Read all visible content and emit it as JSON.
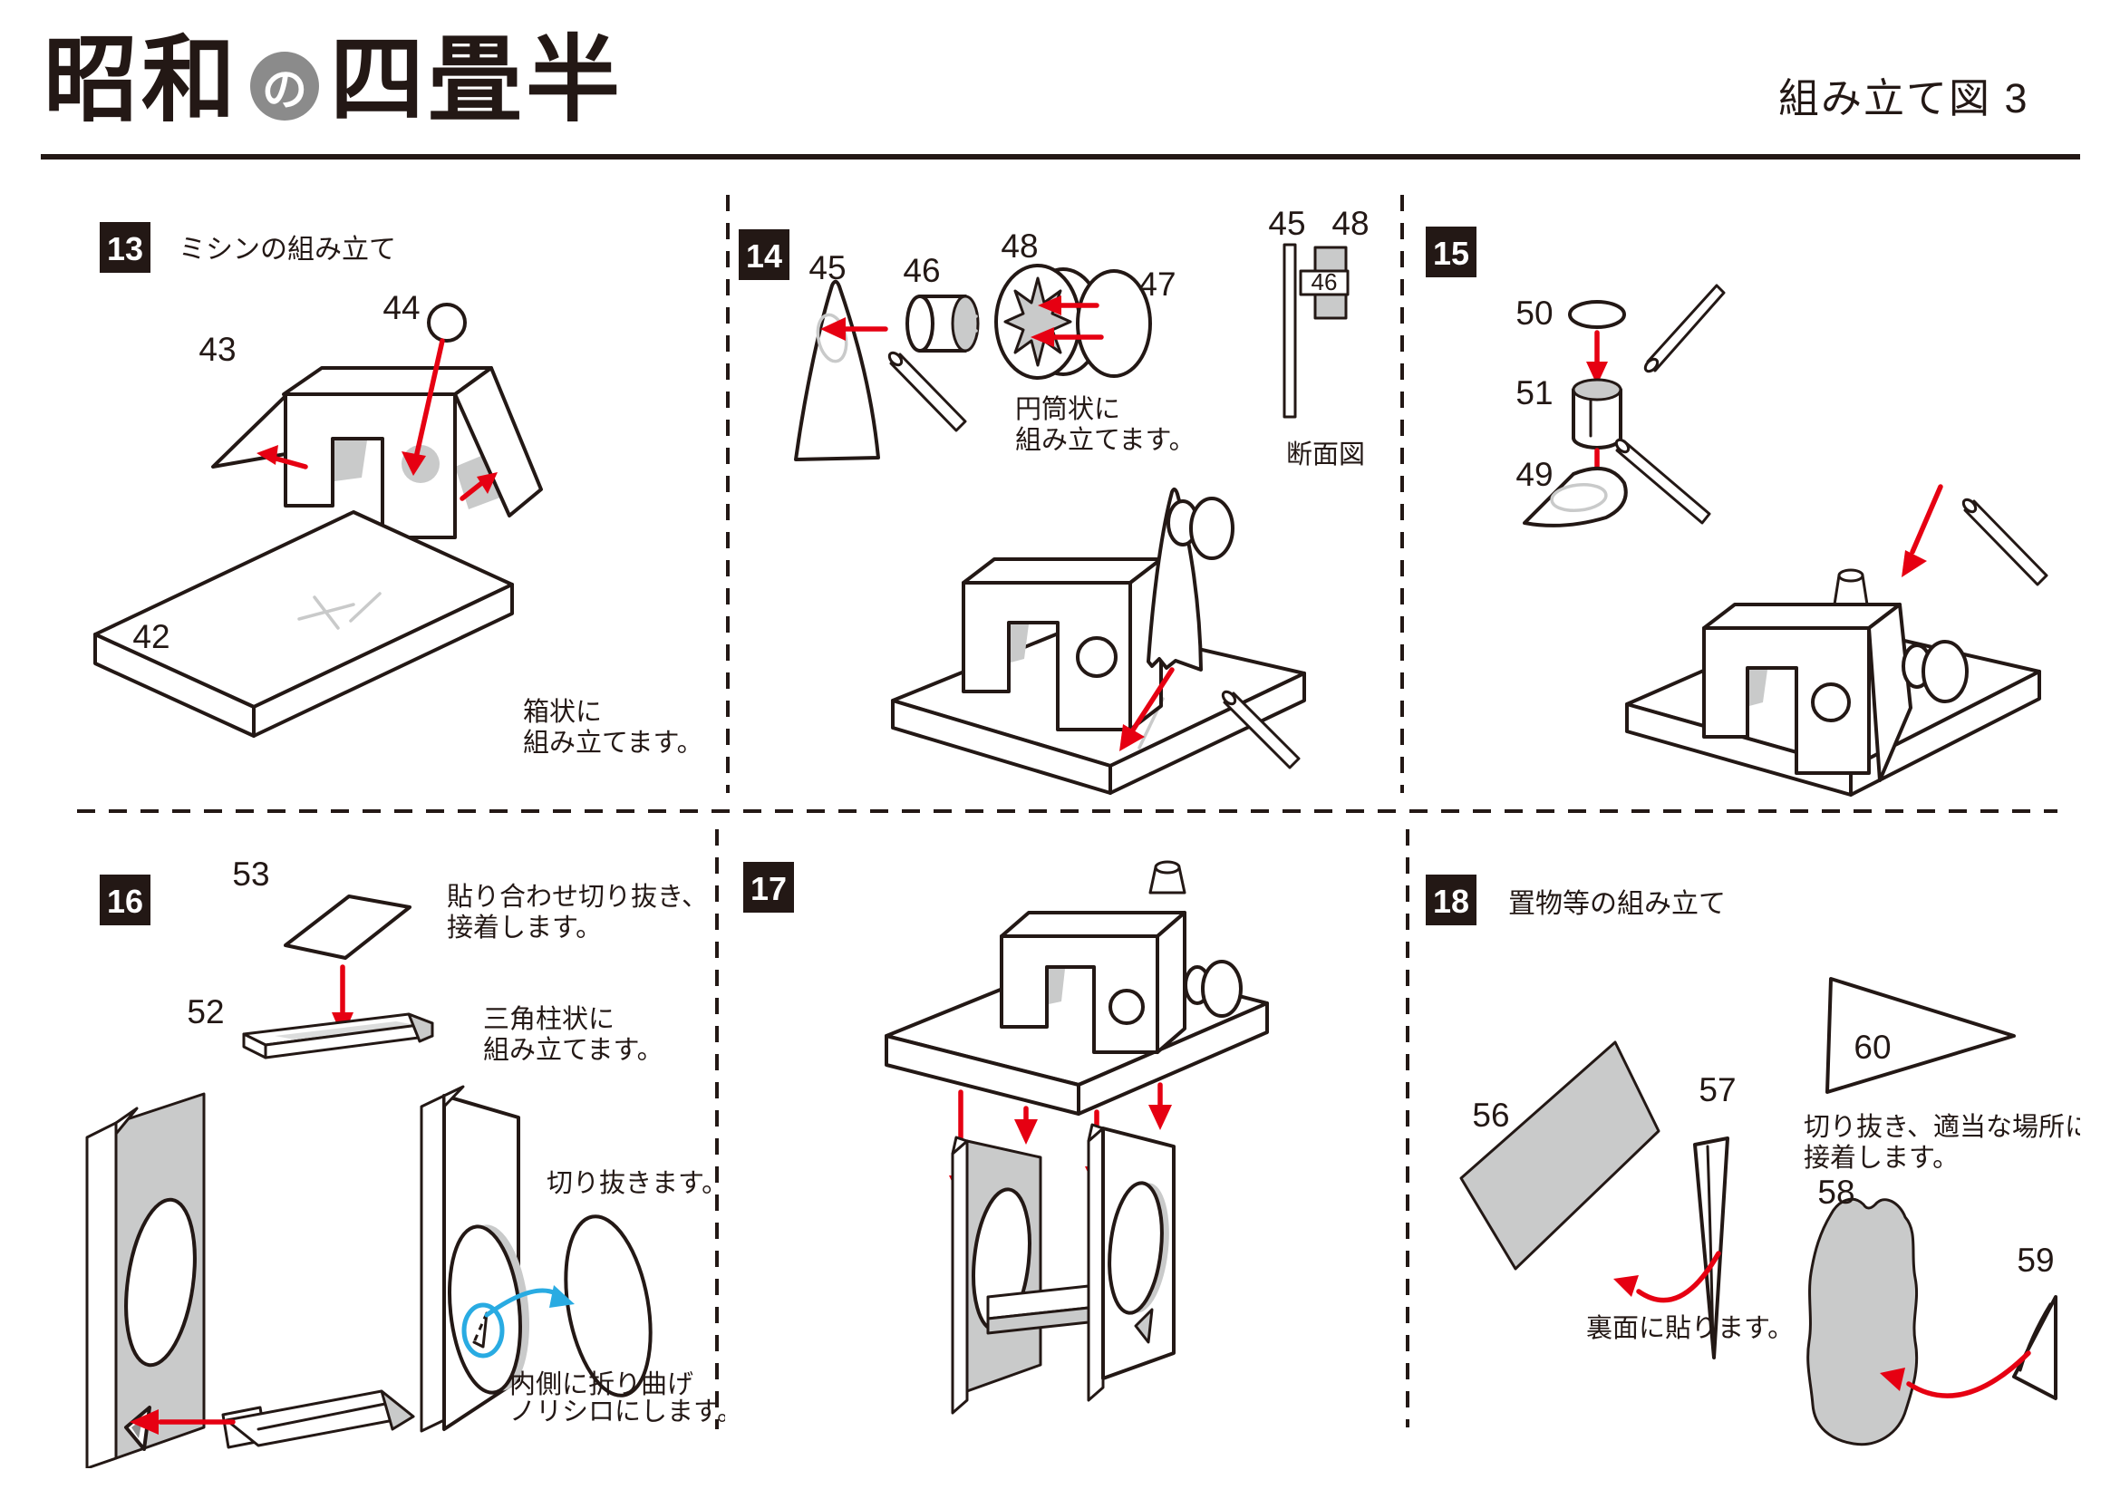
{
  "header": {
    "title_a": "昭和",
    "title_no": "の",
    "title_b": "四畳半",
    "sheet": "組み立て図 3"
  },
  "colors": {
    "line": "#231815",
    "red": "#e60012",
    "blue": "#29abe2",
    "gray_fill": "#c9caca",
    "badge_bg": "#231815"
  },
  "s13": {
    "num": "13",
    "title": "ミシンの組み立て",
    "p43": "43",
    "p44": "44",
    "p42": "42",
    "note1": "箱状に",
    "note2": "組み立てます。"
  },
  "s14": {
    "num": "14",
    "p45": "45",
    "p46": "46",
    "p48": "48",
    "p47": "47",
    "note1": "円筒状に",
    "note2": "組み立てます。",
    "cs45": "45",
    "cs48": "48",
    "cs46": "46",
    "cs_caption": "断面図"
  },
  "s15": {
    "num": "15",
    "p50": "50",
    "p51": "51",
    "p49": "49"
  },
  "s16": {
    "num": "16",
    "p53": "53",
    "p52": "52",
    "noteA1": "貼り合わせ切り抜き、",
    "noteA2": "接着します。",
    "noteB1": "三角柱状に",
    "noteB2": "組み立てます。",
    "noteC": "切り抜きます。",
    "noteD1": "内側に折り曲げ",
    "noteD2": "ノリシロにします。"
  },
  "s17": {
    "num": "17"
  },
  "s18": {
    "num": "18",
    "title": "置物等の組み立て",
    "p56": "56",
    "p57": "57",
    "p60": "60",
    "p58": "58",
    "p59": "59",
    "noteA1": "切り抜き、適当な場所に",
    "noteA2": "接着します。",
    "noteB": "裏面に貼ります。"
  }
}
